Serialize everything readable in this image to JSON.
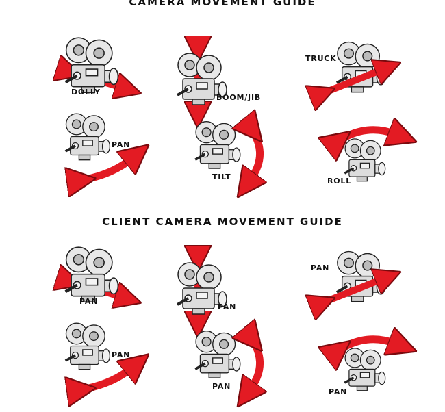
{
  "top": {
    "title": "CAMERA MOVEMENT GUIDE",
    "labels": [
      "DOLLY",
      "BOOM/JIB",
      "TRUCK",
      "PAN",
      "TILT",
      "ROLL"
    ]
  },
  "bottom": {
    "title": "CLIENT CAMERA MOVEMENT GUIDE",
    "labels": [
      "PAN",
      "PAN",
      "PAN",
      "PAN",
      "PAN",
      "PAN"
    ]
  },
  "colors": {
    "arrow": "#e31b23",
    "camera": "#e6e6e6"
  }
}
